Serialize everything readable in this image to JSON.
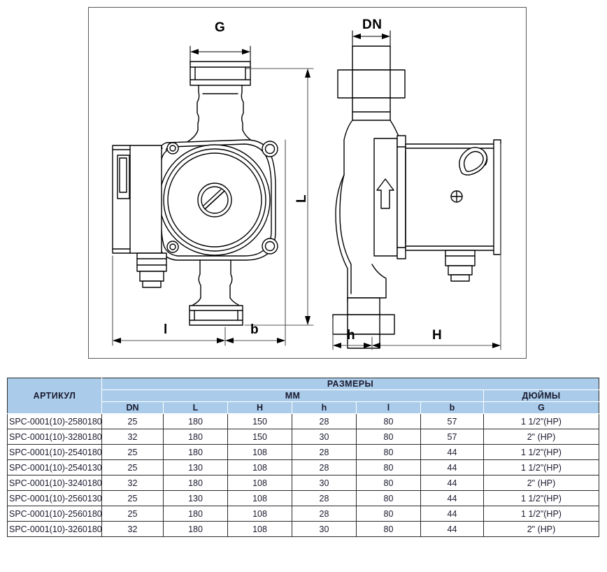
{
  "drawing": {
    "front_view": {
      "dimension_labels": [
        {
          "name": "G",
          "text": "G"
        },
        {
          "name": "L",
          "text": "L"
        },
        {
          "name": "l",
          "text": "l"
        },
        {
          "name": "b",
          "text": "b"
        }
      ]
    },
    "side_view": {
      "dimension_labels": [
        {
          "name": "DN",
          "text": "DN"
        },
        {
          "name": "h",
          "text": "h"
        },
        {
          "name": "H",
          "text": "H"
        }
      ]
    }
  },
  "table": {
    "article_header": "АРТИКУЛ",
    "sizes_header": "РАЗМЕРЫ",
    "unit_groups": [
      {
        "label": "ММ",
        "columns": [
          "DN",
          "L",
          "H",
          "h",
          "l",
          "b"
        ]
      },
      {
        "label": "ДЮЙМЫ",
        "columns": [
          "G"
        ]
      }
    ],
    "columns": [
      "DN",
      "L",
      "H",
      "h",
      "l",
      "b",
      "G"
    ],
    "rows": [
      {
        "article": "SPC-0001(10)-2580180",
        "DN": "25",
        "L": "180",
        "H": "150",
        "h": "28",
        "l": "80",
        "b": "57",
        "G": "1 1/2\"(HP)"
      },
      {
        "article": "SPC-0001(10)-3280180",
        "DN": "32",
        "L": "180",
        "H": "150",
        "h": "30",
        "l": "80",
        "b": "57",
        "G": "2\" (HP)"
      },
      {
        "article": "SPC-0001(10)-2540180",
        "DN": "25",
        "L": "180",
        "H": "108",
        "h": "28",
        "l": "80",
        "b": "44",
        "G": "1 1/2\"(HP)"
      },
      {
        "article": "SPC-0001(10)-2540130",
        "DN": "25",
        "L": "130",
        "H": "108",
        "h": "28",
        "l": "80",
        "b": "44",
        "G": "1 1/2\"(HP)"
      },
      {
        "article": "SPC-0001(10)-3240180",
        "DN": "32",
        "L": "180",
        "H": "108",
        "h": "30",
        "l": "80",
        "b": "44",
        "G": "2\" (HP)"
      },
      {
        "article": "SPC-0001(10)-2560130",
        "DN": "25",
        "L": "130",
        "H": "108",
        "h": "28",
        "l": "80",
        "b": "44",
        "G": "1 1/2\"(HP)"
      },
      {
        "article": "SPC-0001(10)-2560180",
        "DN": "25",
        "L": "180",
        "H": "108",
        "h": "28",
        "l": "80",
        "b": "44",
        "G": "1 1/2\"(HP)"
      },
      {
        "article": "SPC-0001(10)-3260180",
        "DN": "32",
        "L": "180",
        "H": "108",
        "h": "30",
        "l": "80",
        "b": "44",
        "G": "2\" (HP)"
      }
    ]
  },
  "colors": {
    "header_blue": "#aaccea",
    "line": "#000000",
    "frame": "#58595b"
  }
}
